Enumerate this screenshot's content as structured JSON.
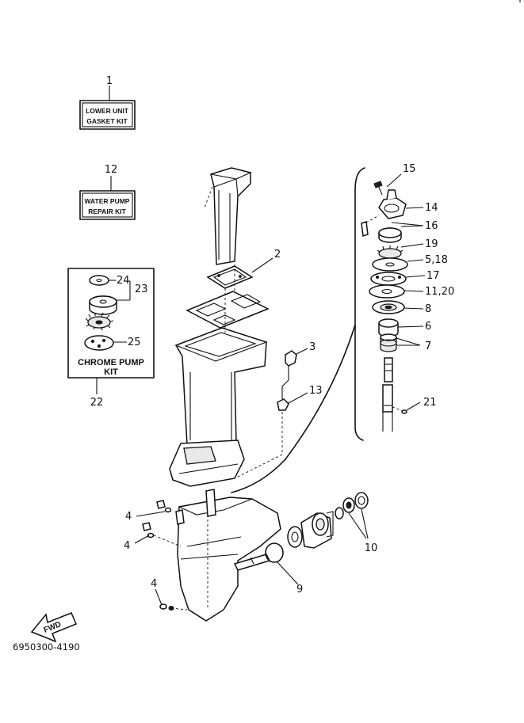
{
  "callouts": {
    "c1": "1",
    "c12": "12",
    "c15": "15",
    "c14": "14",
    "c16": "16",
    "c19": "19",
    "c518": "5,18",
    "c17": "17",
    "c1120": "11,20",
    "c8": "8",
    "c6": "6",
    "c7": "7",
    "c21": "21",
    "c2": "2",
    "c3": "3",
    "c13": "13",
    "c24": "24",
    "c23": "23",
    "c25": "25",
    "c22": "22",
    "c4a": "4",
    "c4b": "4",
    "c4c": "4",
    "c10": "10",
    "c9": "9"
  },
  "kits": {
    "lower_unit_1": "LOWER UNIT",
    "lower_unit_2": "GASKET KIT",
    "water_pump_1": "WATER PUMP",
    "water_pump_2": "REPAIR KIT",
    "chrome_pump_1": "CHROME PUMP",
    "chrome_pump_2": "KIT"
  },
  "direction_label": "FWD",
  "diagram_code": "6950300-4190"
}
